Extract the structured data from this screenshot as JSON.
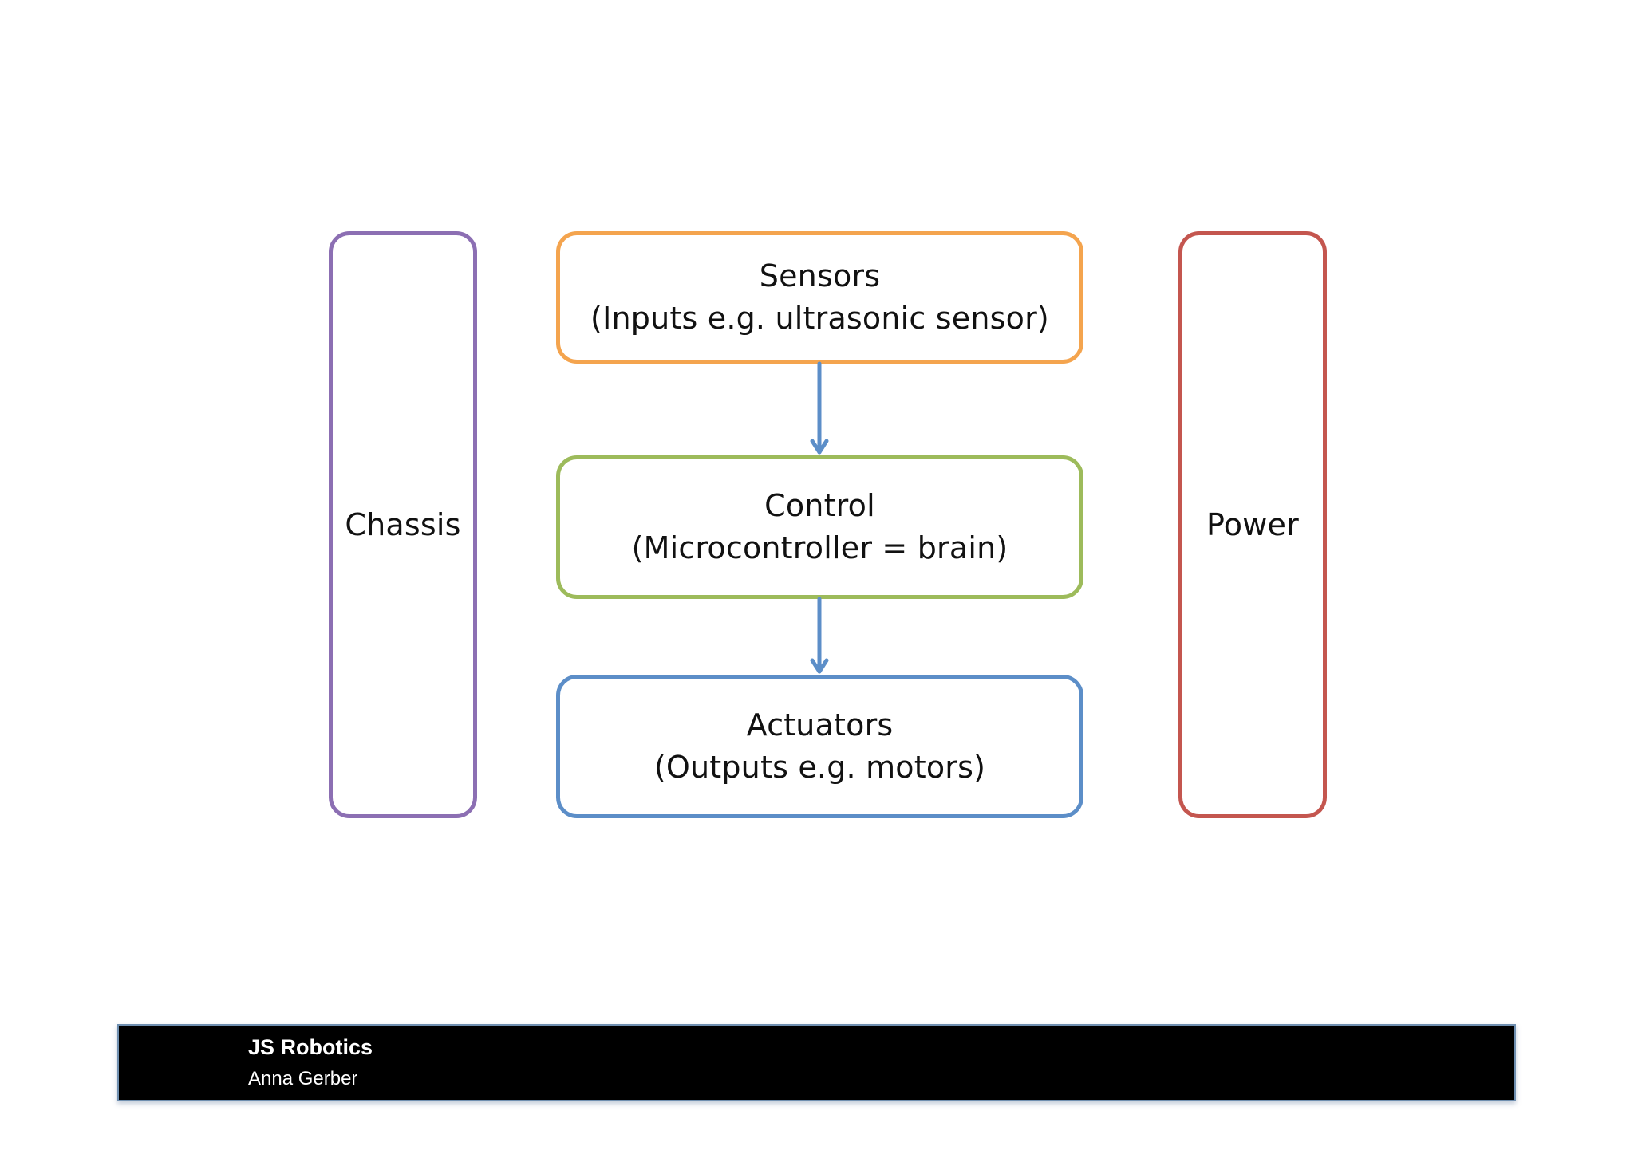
{
  "diagram": {
    "nodes": {
      "chassis": {
        "lines": [
          "Chassis"
        ],
        "color": "#8c6fb3"
      },
      "sensors": {
        "lines": [
          "Sensors",
          "(Inputs e.g. ultrasonic sensor)"
        ],
        "color": "#f4a44e"
      },
      "control": {
        "lines": [
          "Control",
          "(Microcontroller = brain)"
        ],
        "color": "#9dbb5b"
      },
      "actuators": {
        "lines": [
          "Actuators",
          "(Outputs e.g. motors)"
        ],
        "color": "#5c8ec8"
      },
      "power": {
        "lines": [
          "Power"
        ],
        "color": "#c4564f"
      }
    },
    "edges": [
      {
        "from": "sensors",
        "to": "control",
        "color": "#5c8ec8"
      },
      {
        "from": "control",
        "to": "actuators",
        "color": "#5c8ec8"
      }
    ]
  },
  "footer": {
    "title": "JS Robotics",
    "subtitle": "Anna Gerber",
    "background": "#000000"
  }
}
